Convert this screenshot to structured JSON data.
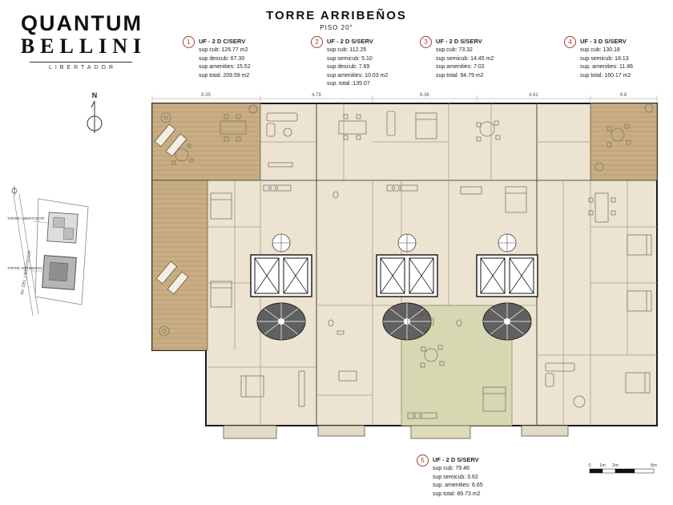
{
  "logo": {
    "line1": "QUANTUM",
    "line2": "BELLINI",
    "tagline": "LIBERTADOR"
  },
  "title": {
    "main": "TORRE ARRIBEÑOS",
    "sub": "PISO 20°"
  },
  "legend_units": [
    {
      "num": "1",
      "name": "UF - 2 D C/SERV",
      "lines": [
        "sup cub: 126.77 m2",
        "sup descub: 67.30",
        "sup amenities: 15.52",
        "sup total: 209.59 m2"
      ]
    },
    {
      "num": "2",
      "name": "UF - 2 D S/SERV",
      "lines": [
        "sup cub: 112.25",
        "sup semicub: 5.10",
        "sup descub: 7.69",
        "sup amenities: 10.03 m2",
        "sup. total :135.07"
      ]
    },
    {
      "num": "3",
      "name": "UF - 2 D S/SERV",
      "lines": [
        "sup cub: 73.32",
        "sup semicub: 14.45 m2",
        "sup amenities: 7.02",
        "sup total: 94.79 m2"
      ]
    },
    {
      "num": "4",
      "name": "UF - 3 D S/SERV",
      "lines": [
        "sup cub: 130.18",
        "sup semicub: 18.13",
        "sup. amenities: 11.86",
        "sup total: 160.17 m2"
      ]
    },
    {
      "num": "5",
      "name": "UF - 2 D S/SERV",
      "lines": [
        "sup cub: 79.46",
        "sup semicub: 3.62",
        "sup. amenities: 6.65",
        "sup total: 89.73 m2"
      ]
    }
  ],
  "north_label": "N",
  "keyplan": {
    "street": "AV. DEL LIBERTADOR",
    "tower_a": "TORRE LIBERTADOR",
    "tower_b": "TORRE ARRIBEÑOS"
  },
  "dims_top": [
    "6.35",
    "4.78",
    "6.36",
    "4.81",
    "6.8"
  ],
  "scalebar_labels": [
    "0",
    "1m",
    "2m",
    "5m"
  ],
  "colors": {
    "floor": "#ece3d1",
    "terrace": "#c9ae83",
    "unit5_highlight": "#d7d8b2",
    "badge": "#a03c2e"
  }
}
